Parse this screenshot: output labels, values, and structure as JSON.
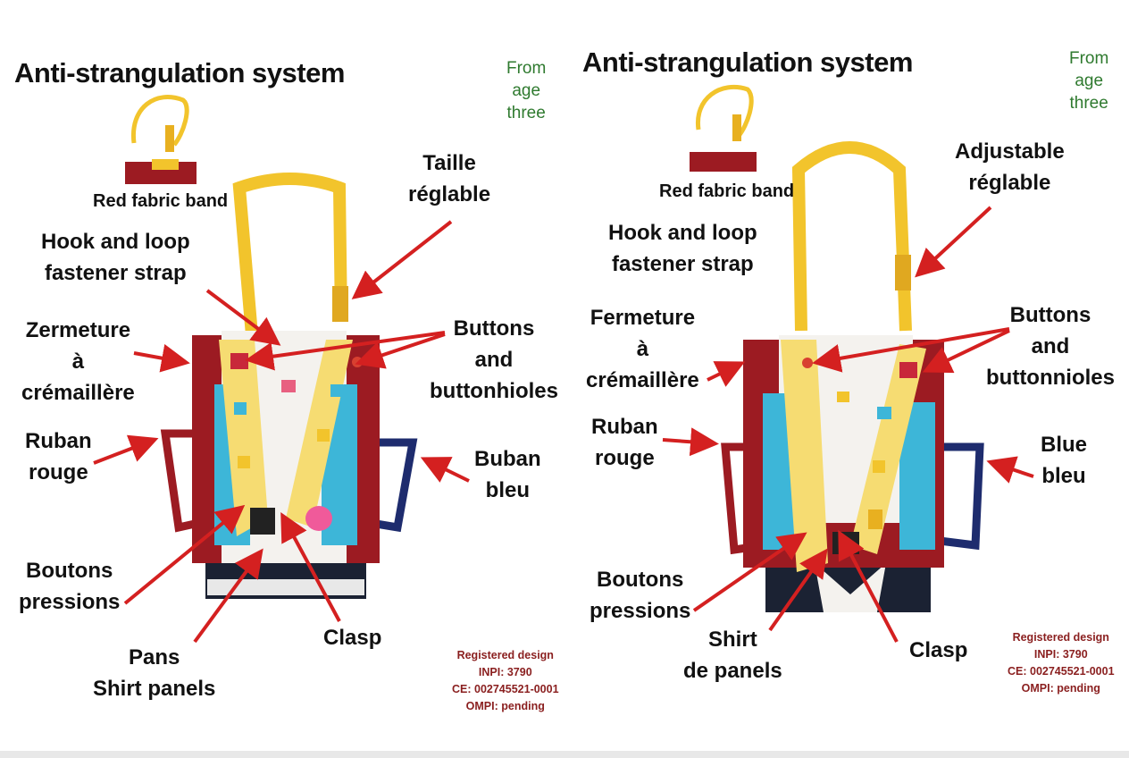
{
  "colors": {
    "arrow": "#d42020",
    "yellow": "#f2c42c",
    "red_fabric": "#9c1b22",
    "blue_ribbon": "#1e2c6e",
    "cyan": "#3db6d8",
    "navy": "#1b2233",
    "text_green": "#2f7a2f",
    "registration_text": "#8a1f1f"
  },
  "left": {
    "title": "Anti-strangulation system",
    "age": [
      "From",
      "age",
      "three"
    ],
    "red_band": "Red fabric band",
    "hook": [
      "Hook and loop",
      "fastener strap"
    ],
    "taille": [
      "Taille",
      "réglable"
    ],
    "zermeture": [
      "Zermeture",
      "à",
      "crémaillère"
    ],
    "buttons": [
      "Buttons",
      "and",
      "buttonhioles"
    ],
    "ruban": [
      "Ruban",
      "rouge"
    ],
    "buban": [
      "Buban",
      "bleu"
    ],
    "boutons": [
      "Boutons",
      "pressions"
    ],
    "clasp": "Clasp",
    "pans": [
      "Pans",
      "Shirt panels"
    ],
    "registration": [
      "Registered design",
      "INPI: 3790",
      "CE: 002745521-0001",
      "OMPI: pending"
    ]
  },
  "right": {
    "title": "Anti-strangulation system",
    "age": [
      "From",
      "age",
      "three"
    ],
    "red_band": "Red fabric band",
    "hook": [
      "Hook and loop",
      "fastener strap"
    ],
    "adjustable": [
      "Adjustable",
      "réglable"
    ],
    "fermeture": [
      "Fermeture",
      "à",
      "crémaillère"
    ],
    "buttons": [
      "Buttons",
      "and",
      "buttonnioles"
    ],
    "ruban": [
      "Ruban",
      "rouge"
    ],
    "blue": [
      "Blue",
      "bleu"
    ],
    "boutons": [
      "Boutons",
      "pressions"
    ],
    "shirt": [
      "Shirt",
      "de panels"
    ],
    "clasp": "Clasp",
    "registration": [
      "Registered design",
      "INPI: 3790",
      "CE: 002745521-0001",
      "OMPI: pending"
    ]
  }
}
